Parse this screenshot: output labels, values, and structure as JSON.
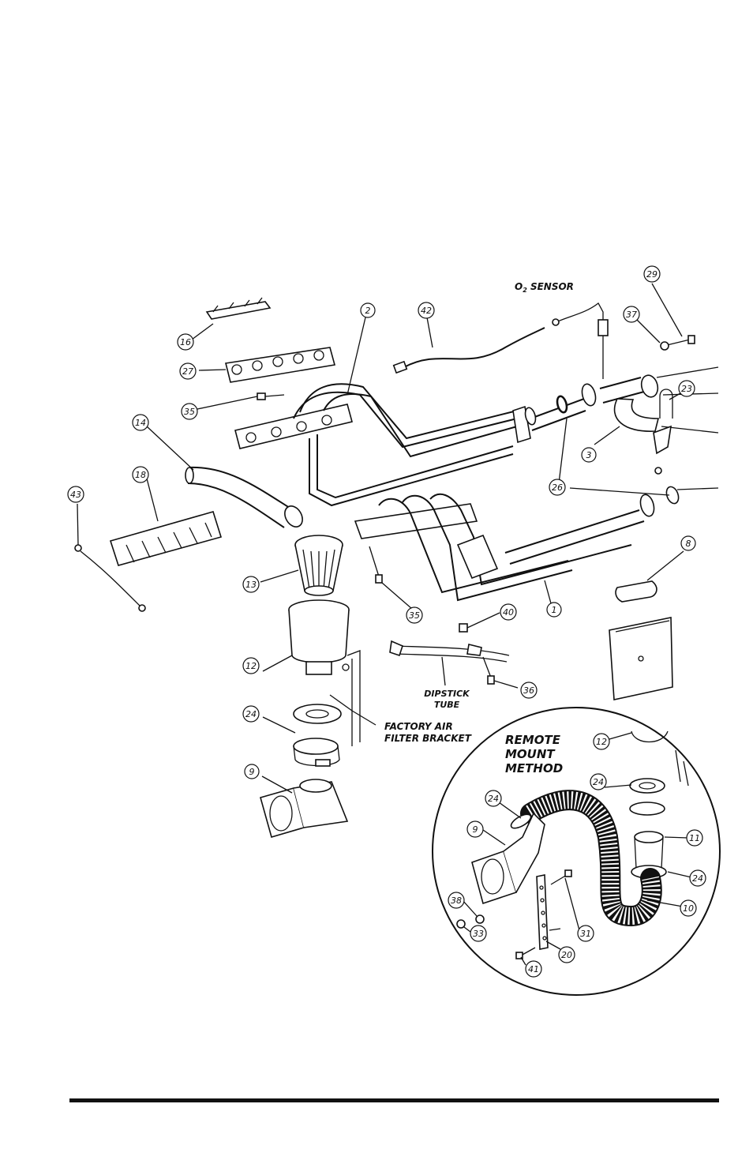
{
  "diagram": {
    "parts": [
      {
        "number": "1"
      },
      {
        "number": "2"
      },
      {
        "number": "3"
      },
      {
        "number": "8"
      },
      {
        "number": "9"
      },
      {
        "number": "12"
      },
      {
        "number": "13"
      },
      {
        "number": "14"
      },
      {
        "number": "16"
      },
      {
        "number": "18"
      },
      {
        "number": "23"
      },
      {
        "number": "24"
      },
      {
        "number": "26"
      },
      {
        "number": "27"
      },
      {
        "number": "29"
      },
      {
        "number": "35"
      },
      {
        "number": "35"
      },
      {
        "number": "36"
      },
      {
        "number": "37"
      },
      {
        "number": "40"
      },
      {
        "number": "42"
      },
      {
        "number": "43"
      }
    ],
    "remote_parts": [
      {
        "number": "12"
      },
      {
        "number": "24"
      },
      {
        "number": "24"
      },
      {
        "number": "9"
      },
      {
        "number": "11"
      },
      {
        "number": "24"
      },
      {
        "number": "10"
      },
      {
        "number": "38"
      },
      {
        "number": "33"
      },
      {
        "number": "31"
      },
      {
        "number": "41"
      },
      {
        "number": "20"
      }
    ],
    "annotations": {
      "o2_sensor_prefix": "O",
      "o2_sensor_sub": "2",
      "o2_sensor_text": " SENSOR",
      "dipstick_line1": "DIPSTICK",
      "dipstick_line2": "TUBE",
      "bracket_line1": "FACTORY AIR",
      "bracket_line2": "FILTER BRACKET"
    },
    "remote_title": {
      "line1": "REMOTE",
      "line2": "MOUNT",
      "line3": "METHOD"
    }
  }
}
